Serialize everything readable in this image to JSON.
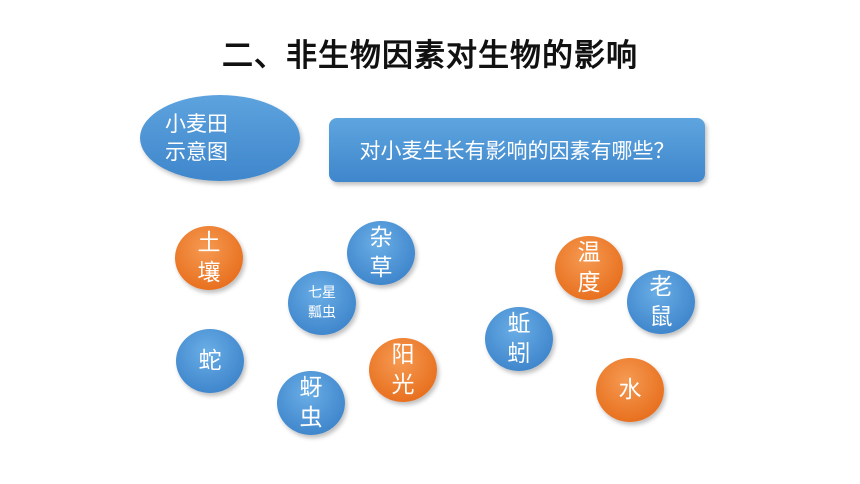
{
  "title": "二、非生物因素对生物的影响",
  "ellipse": {
    "label": "小麦田示意图"
  },
  "question": {
    "text": "对小麦生长有影响的因素有哪些？"
  },
  "colors": {
    "blue": "#3f86cc",
    "orange": "#e8701f",
    "title": "#111111"
  },
  "factors": {
    "soil": "土壤",
    "weed": "杂草",
    "ladybug": "七星瓢虫",
    "snake": "蛇",
    "sunlight": "阳光",
    "aphid": "蚜虫",
    "temperature": "温度",
    "mouse": "老鼠",
    "earthworm": "蚯蚓",
    "water": "水"
  }
}
